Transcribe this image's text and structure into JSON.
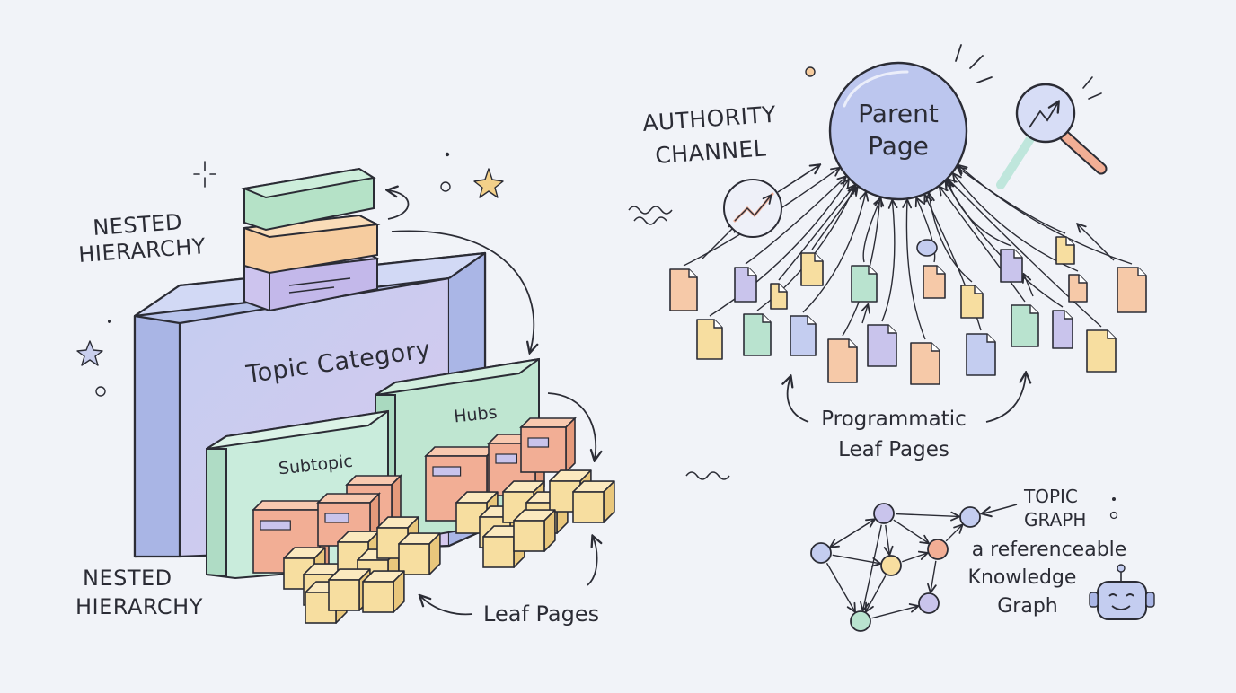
{
  "left": {
    "label_top": [
      "NESTED",
      "HIERARCHY"
    ],
    "label_bottom": [
      "NESTED",
      "HIERARCHY"
    ],
    "topic_category": "Topic Category",
    "subtopic": "Subtopic",
    "hubs": "Hubs",
    "leaf_pages": "Leaf Pages"
  },
  "right": {
    "authority": [
      "AUTHORITY",
      "CHANNEL"
    ],
    "parent_page": [
      "Parent",
      "Page"
    ],
    "programmatic": [
      "Programmatic",
      "Leaf Pages"
    ]
  },
  "graph": {
    "label": [
      "TOPIC",
      "GRAPH"
    ],
    "desc": [
      "a referenceable",
      "Knowledge",
      "Graph"
    ]
  },
  "colors": {
    "stroke": "#2b2c35",
    "green": "#b9e3cf",
    "orange": "#f6c9a8",
    "purple": "#c9c4ec",
    "blue": "#c4cdf0",
    "yellow": "#f7dea0",
    "coral": "#f2ae95"
  }
}
